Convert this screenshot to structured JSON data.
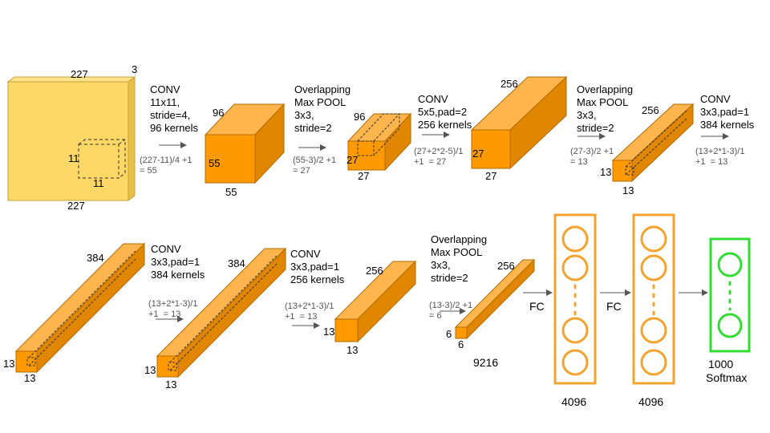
{
  "input": {
    "width_label": "227",
    "height_label": "227",
    "depth_label": "3",
    "kernel_h": "11",
    "kernel_w": "11"
  },
  "row1": {
    "conv1": {
      "op": "CONV\n11x11,\nstride=4,\n96 kernels",
      "formula": "(227-11)/4 +1\n= 55"
    },
    "vol1": {
      "depth": "96",
      "height": "55",
      "width": "55"
    },
    "pool1": {
      "op": "Overlapping\nMax POOL\n3x3,\nstride=2",
      "formula": "(55-3)/2 +1\n= 27"
    },
    "vol2": {
      "depth": "96",
      "height": "27",
      "width": "27"
    },
    "conv2": {
      "op": "CONV\n5x5,pad=2\n256 kernels",
      "formula": "(27+2*2-5)/1\n+1  = 27"
    },
    "vol3": {
      "depth": "256",
      "height": "27",
      "width": "27"
    },
    "pool2": {
      "op": "Overlapping\nMax POOL\n3x3,\nstride=2",
      "formula": "(27-3)/2 +1\n= 13"
    },
    "vol4": {
      "depth": "256",
      "height": "13",
      "width": "13"
    },
    "conv3": {
      "op": "CONV\n3x3,pad=1\n384 kernels",
      "formula": "(13+2*1-3)/1\n+1  = 13"
    }
  },
  "row2": {
    "vol5": {
      "depth": "384",
      "height": "13",
      "width": "13"
    },
    "conv4": {
      "op": "CONV\n3x3,pad=1\n384 kernels",
      "formula": "(13+2*1-3)/1\n+1  = 13"
    },
    "vol6": {
      "depth": "384",
      "height": "13",
      "width": "13"
    },
    "conv5": {
      "op": "CONV\n3x3,pad=1\n256 kernels",
      "formula": "(13+2*1-3)/1\n+1  = 13"
    },
    "vol7": {
      "depth": "256",
      "height": "13",
      "width": "13"
    },
    "pool3": {
      "op": "Overlapping\nMax POOL\n3x3,\nstride=2",
      "formula": "(13-3)/2 +1\n= 6"
    },
    "vol8": {
      "depth": "256",
      "height": "6",
      "width": "6"
    },
    "flatten": "9216",
    "fc1": {
      "label": "FC",
      "size": "4096"
    },
    "fc2": {
      "label": "FC",
      "size": "4096"
    },
    "out": {
      "size": "1000",
      "activation": "Softmax"
    }
  },
  "colors": {
    "input_fill": "#FDD866",
    "vol_front": "#FF9900",
    "vol_top": "#FFB54D",
    "vol_side": "#E08600",
    "vol_stroke": "#B36B00",
    "fc": "#F4A32E",
    "softmax": "#33DD33",
    "arrow": "#555555"
  }
}
